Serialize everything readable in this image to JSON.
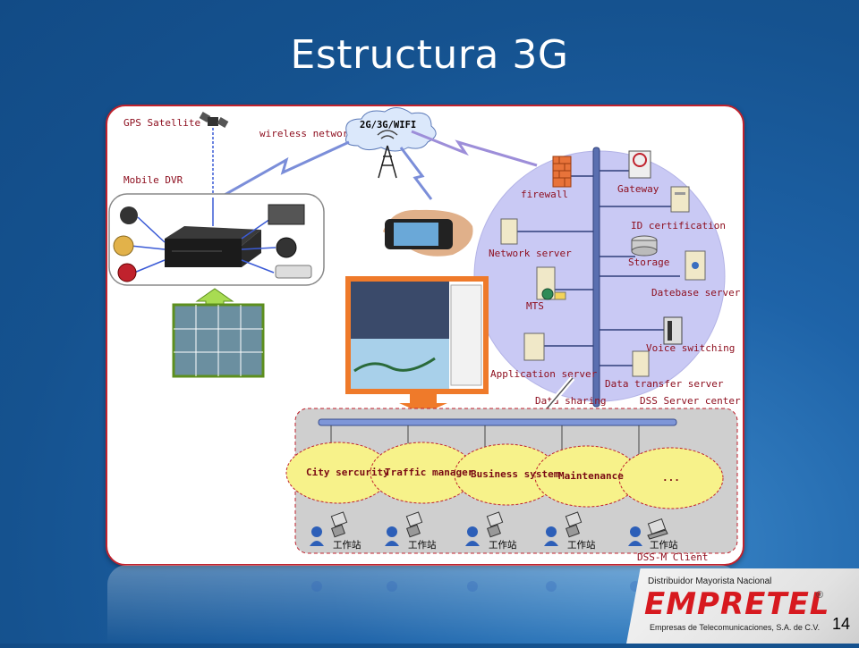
{
  "slide": {
    "title": "Estructura 3G",
    "page_number": "14"
  },
  "diagram": {
    "labels": {
      "gps": "GPS Satellite",
      "wireless": "wireless network",
      "cloud": "2G/3G/WIFI",
      "mobile_dvr": "Mobile DVR",
      "firewall": "firewall",
      "gateway": "Gateway",
      "id_cert": "ID certification",
      "network_server": "Network server",
      "storage": "Storage",
      "database": "Datebase server",
      "mts": "MTS",
      "voice": "Voice switching",
      "app_server": "Application server",
      "data_transfer": "Data transfer server",
      "data_sharing": "Data sharing",
      "dss_center": "DSS Server center",
      "dss_client": "DSS-M Client"
    },
    "clients": [
      "City sercurity",
      "Traffic manager",
      "Business system",
      "Maintenance",
      "..."
    ],
    "workstation_label": "工作站",
    "workstation_label_last": "工作站"
  },
  "logo": {
    "tagline": "Distribuidor Mayorista Nacional",
    "name": "EMPRETEL",
    "registered": "®",
    "subtitle": "Empresas de Telecomunicaciones, S.A. de C.V."
  },
  "colors": {
    "background": "#1e63a8",
    "panel_border": "#c0222d",
    "server_circle": "#c9c9f4",
    "client_ellipse": "#f7f28a",
    "logo_red": "#d7191f"
  }
}
